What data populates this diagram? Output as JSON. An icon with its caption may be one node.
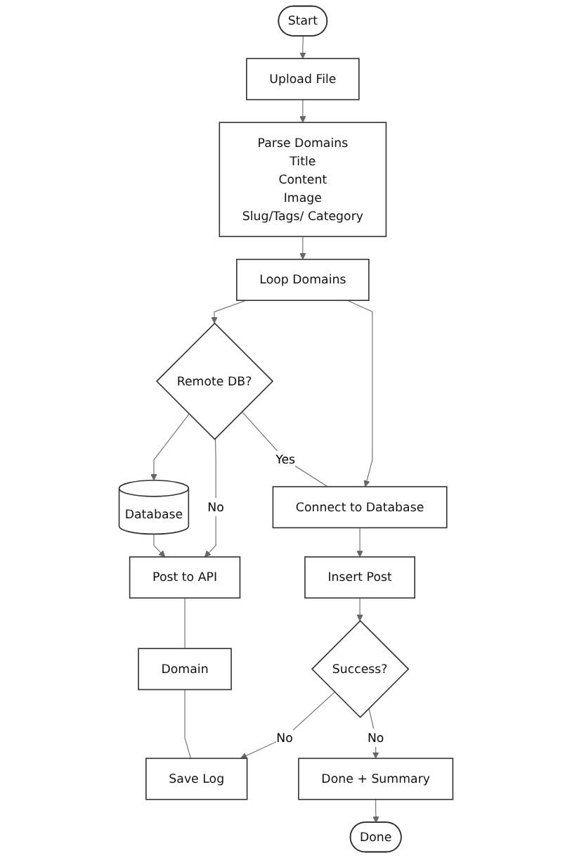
{
  "diagram": {
    "nodes": [
      {
        "text": [
          "Start"
        ]
      },
      {
        "text": [
          "Upload File"
        ]
      },
      {
        "text": [
          "Parse Domains",
          "Title",
          "Content",
          "Image",
          "Slug/Tags/ Category"
        ]
      },
      {
        "text": [
          "Loop Domains"
        ]
      },
      {
        "text": [
          "Remote DB?"
        ]
      },
      {
        "text": [
          "Database"
        ]
      },
      {
        "text": [
          "Post to API"
        ]
      },
      {
        "text": [
          "Domain"
        ]
      },
      {
        "text": [
          "Connect to Database"
        ]
      },
      {
        "text": [
          "Insert Post"
        ]
      },
      {
        "text": [
          "Success?"
        ]
      },
      {
        "text": [
          "Save Log"
        ]
      },
      {
        "text": [
          "Done + Summary"
        ]
      },
      {
        "text": [
          "Done"
        ]
      }
    ],
    "edges": [
      {
        "from": 0,
        "to": 1,
        "arrow": "to"
      },
      {
        "from": 1,
        "to": 2,
        "arrow": "to"
      },
      {
        "from": 2,
        "to": 3,
        "arrow": "to"
      },
      {
        "from": 3,
        "to": 4,
        "arrow": "to"
      },
      {
        "from": 4,
        "to": 5,
        "arrow": "to"
      },
      {
        "from": 4,
        "to": 6,
        "label": "No",
        "arrow": "to"
      },
      {
        "from": 5,
        "to": 6,
        "arrow": "to"
      },
      {
        "from": 4,
        "to": 8,
        "label": "Yes",
        "arrow": "none"
      },
      {
        "from": 3,
        "to": 8,
        "arrow": "to"
      },
      {
        "from": 8,
        "to": 9,
        "arrow": "to"
      },
      {
        "from": 9,
        "to": 10,
        "arrow": "to"
      },
      {
        "from": 10,
        "to": 11,
        "label": "No",
        "arrow": "to"
      },
      {
        "from": 10,
        "to": 12,
        "label": "No",
        "arrow": "to"
      },
      {
        "from": 6,
        "to": 7,
        "arrow": "none"
      },
      {
        "from": 7,
        "to": 11,
        "arrow": "none"
      },
      {
        "from": 12,
        "to": 13,
        "arrow": "to"
      }
    ]
  }
}
